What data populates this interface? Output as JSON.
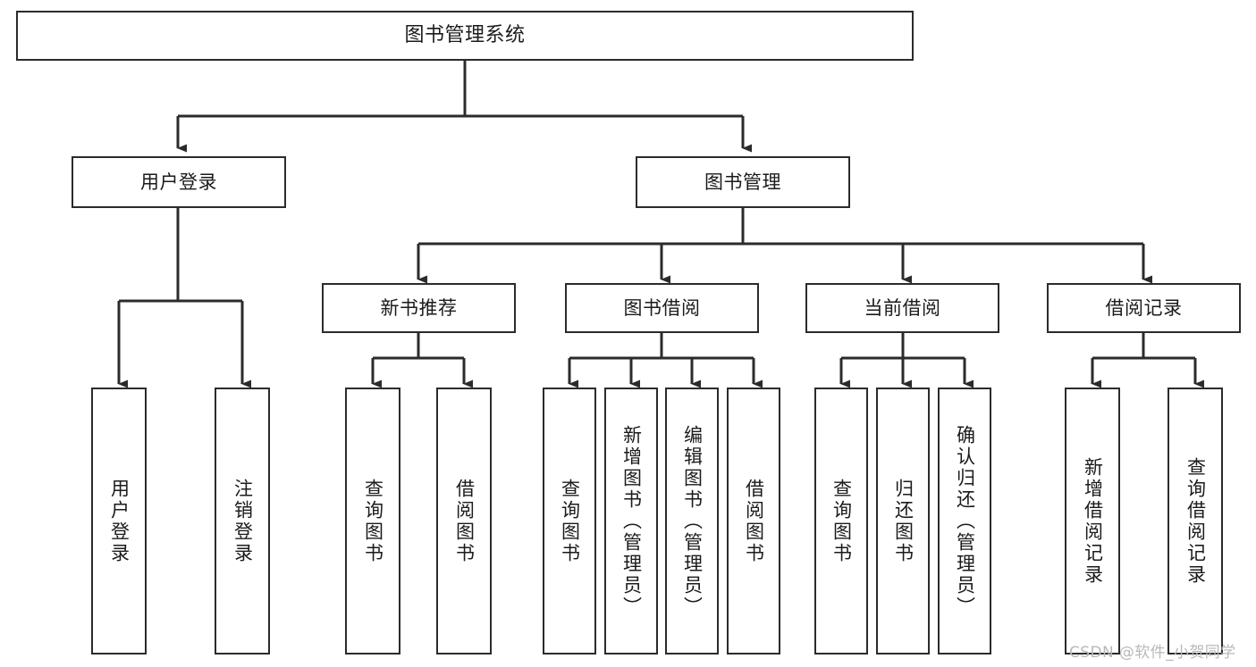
{
  "diagram": {
    "type": "tree",
    "title": "图书管理系统",
    "background": "#ffffff",
    "line_color": "#2b2b2b",
    "text_color": "#1b1b1b",
    "root": {
      "id": "root",
      "label": "图书管理系统",
      "orientation": "horizontal"
    },
    "level2": [
      {
        "id": "user-login",
        "label": "用户登录",
        "orientation": "horizontal"
      },
      {
        "id": "book-manage",
        "label": "图书管理",
        "orientation": "horizontal"
      }
    ],
    "level3": [
      {
        "id": "new-book-rec",
        "label": "新书推荐",
        "orientation": "horizontal",
        "parent": "book-manage"
      },
      {
        "id": "book-borrow",
        "label": "图书借阅",
        "orientation": "horizontal",
        "parent": "book-manage"
      },
      {
        "id": "current-borrow",
        "label": "当前借阅",
        "orientation": "horizontal",
        "parent": "book-manage"
      },
      {
        "id": "borrow-record",
        "label": "借阅记录",
        "orientation": "horizontal",
        "parent": "book-manage"
      }
    ],
    "leaves": [
      {
        "id": "leaf-user-login",
        "label": "用户登录",
        "parent": "user-login"
      },
      {
        "id": "leaf-user-logout",
        "label": "注销登录",
        "parent": "user-login"
      },
      {
        "id": "leaf-rec-query-book",
        "label": "查询图书",
        "parent": "new-book-rec"
      },
      {
        "id": "leaf-rec-borrow-book",
        "label": "借阅图书",
        "parent": "new-book-rec"
      },
      {
        "id": "leaf-borrow-query-book",
        "label": "查询图书",
        "parent": "book-borrow"
      },
      {
        "id": "leaf-borrow-add-book",
        "label": "新增图书（管理员）",
        "parent": "book-borrow"
      },
      {
        "id": "leaf-borrow-edit-book",
        "label": "编辑图书（管理员）",
        "parent": "book-borrow"
      },
      {
        "id": "leaf-borrow-borrow-book",
        "label": "借阅图书",
        "parent": "book-borrow"
      },
      {
        "id": "leaf-current-query-book",
        "label": "查询图书",
        "parent": "current-borrow"
      },
      {
        "id": "leaf-current-return-book",
        "label": "归还图书",
        "parent": "current-borrow"
      },
      {
        "id": "leaf-current-confirm-return",
        "label": "确认归还（管理员）",
        "parent": "current-borrow"
      },
      {
        "id": "leaf-record-add",
        "label": "新增借阅记录",
        "parent": "borrow-record"
      },
      {
        "id": "leaf-record-query",
        "label": "查询借阅记录",
        "parent": "borrow-record"
      }
    ],
    "watermark": "CSDN @软件_小贺同学"
  }
}
